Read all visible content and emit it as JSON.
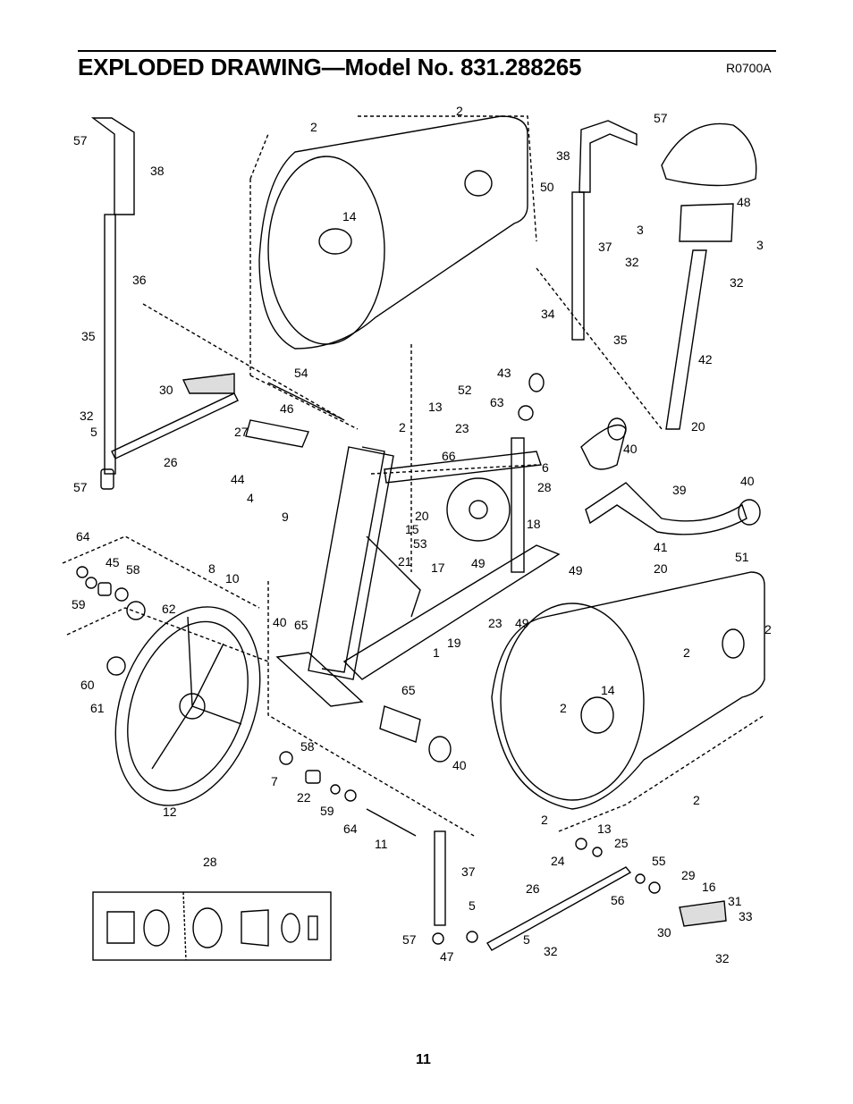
{
  "header": {
    "title": "EXPLODED DRAWING—Model No. 831.288265",
    "drawing_code": "R0700A"
  },
  "footer": {
    "page_number": "11"
  },
  "part_labels": [
    "57",
    "38",
    "36",
    "35",
    "30",
    "32",
    "5",
    "26",
    "57",
    "2",
    "14",
    "50",
    "54",
    "46",
    "27",
    "44",
    "2",
    "38",
    "57",
    "48",
    "37",
    "3",
    "3",
    "32",
    "32",
    "34",
    "35",
    "42",
    "43",
    "52",
    "13",
    "63",
    "23",
    "2",
    "66",
    "6",
    "28",
    "20",
    "18",
    "15",
    "53",
    "17",
    "49",
    "49",
    "49",
    "40",
    "39",
    "40",
    "41",
    "20",
    "4",
    "9",
    "8",
    "10",
    "64",
    "45",
    "58",
    "59",
    "62",
    "60",
    "61",
    "12",
    "40",
    "65",
    "21",
    "1",
    "19",
    "23",
    "65",
    "40",
    "58",
    "7",
    "22",
    "59",
    "64",
    "11",
    "51",
    "2",
    "2",
    "14",
    "2",
    "2",
    "2",
    "13",
    "25",
    "24",
    "55",
    "29",
    "16",
    "56",
    "31",
    "33",
    "30",
    "32",
    "26",
    "37",
    "5",
    "57",
    "47",
    "5",
    "32",
    "28",
    "20"
  ]
}
